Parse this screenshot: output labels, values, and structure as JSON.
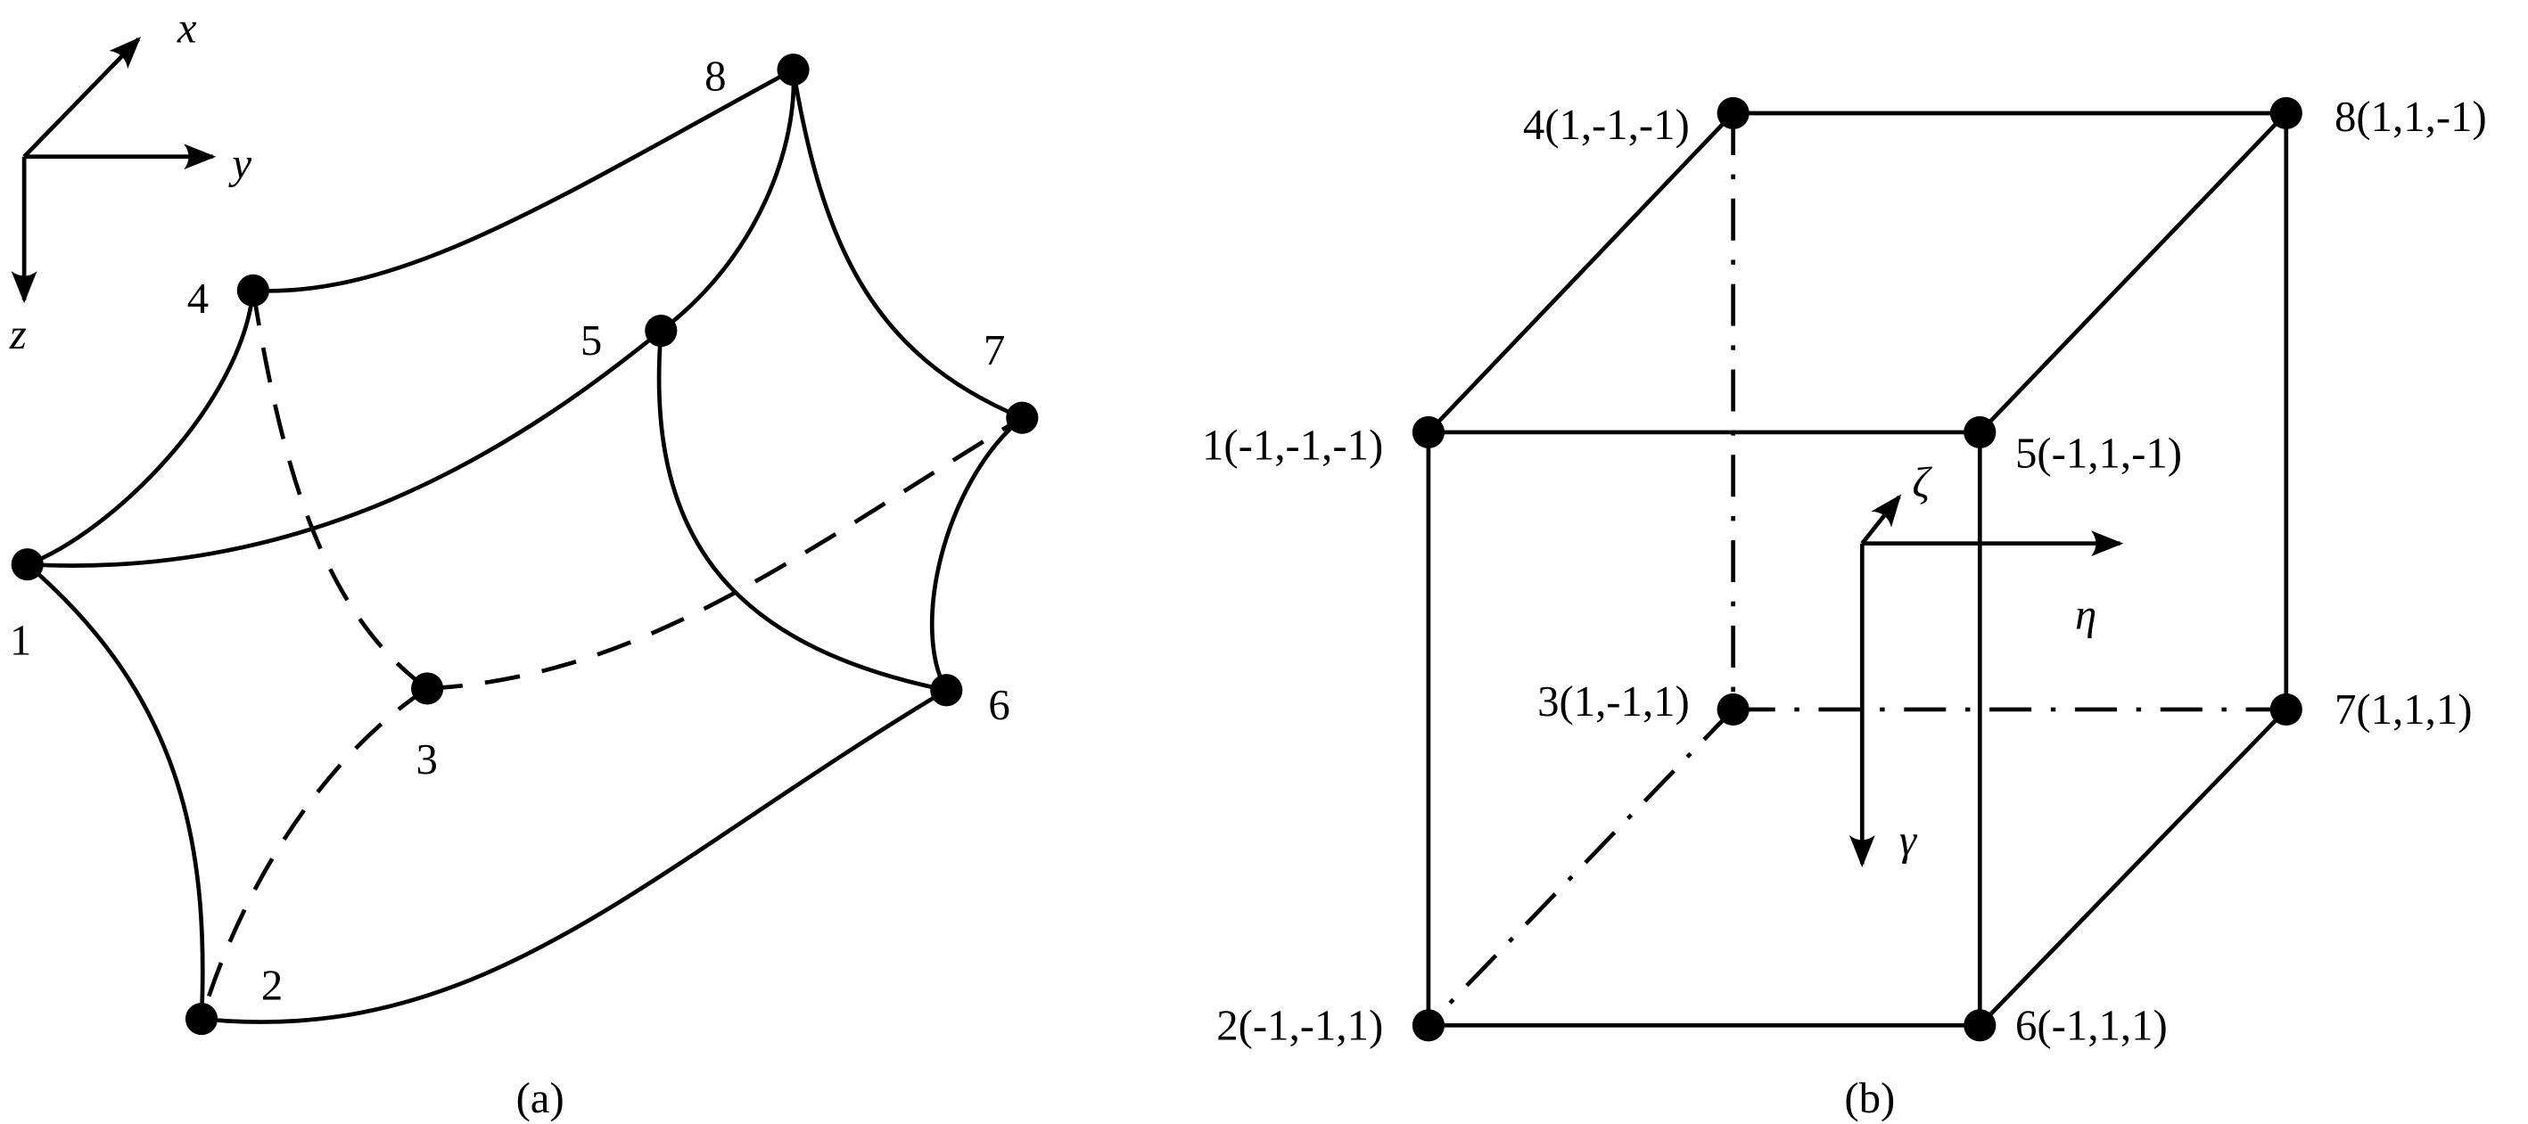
{
  "panel_a": {
    "caption": "(a)",
    "axes": {
      "x": "x",
      "y": "y",
      "z": "z"
    },
    "nodes": [
      "1",
      "2",
      "3",
      "4",
      "5",
      "6",
      "7",
      "8"
    ]
  },
  "panel_b": {
    "caption": "(b)",
    "axes": {
      "zeta": "ζ",
      "eta": "η",
      "gamma": "γ"
    },
    "nodes": [
      "1(-1,-1,-1)",
      "2(-1,-1,1)",
      "3(1,-1,1)",
      "4(1,-1,-1)",
      "5(-1,1,-1)",
      "6(-1,1,1)",
      "7(1,1,1)",
      "8(1,1,-1)"
    ]
  }
}
